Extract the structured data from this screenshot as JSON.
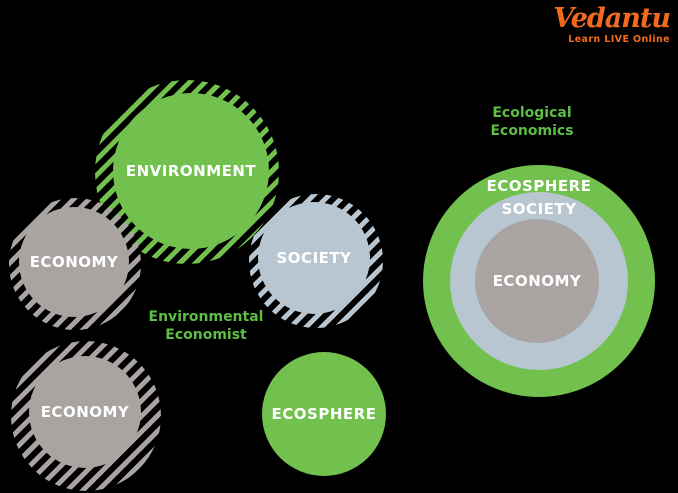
{
  "page": {
    "background_color": "#000000",
    "label_text_color": "#FFFFFF"
  },
  "logo": {
    "brand": "Vedantu",
    "tagline": "Learn LIVE Online",
    "color": "#F26B1D"
  },
  "left_diagram": {
    "title_line1": "Environmental",
    "title_line2": "Economist",
    "title_color": "#5CBE44",
    "circles": [
      {
        "label": "ENVIRONMENT",
        "color": "#72C14E",
        "hatched_border": true
      },
      {
        "label": "ECONOMY",
        "color": "#A9A4A2",
        "hatched_border": true
      },
      {
        "label": "SOCIETY",
        "color": "#B7C6D0",
        "hatched_border": true
      },
      {
        "label": "ECONOMY",
        "color": "#A9A4A2",
        "hatched_border": true
      },
      {
        "label": "ECOSPHERE",
        "color": "#72C14E",
        "hatched_border": false
      }
    ]
  },
  "right_diagram": {
    "title_line1": "Ecological",
    "title_line2": "Economics",
    "title_color": "#5CBE44",
    "rings": [
      {
        "label": "ECOSPHERE",
        "color": "#72C14E",
        "position": "outer"
      },
      {
        "label": "SOCIETY",
        "color": "#B7C6D0",
        "position": "middle"
      },
      {
        "label": "ECONOMY",
        "color": "#A9A4A2",
        "position": "inner"
      }
    ]
  }
}
